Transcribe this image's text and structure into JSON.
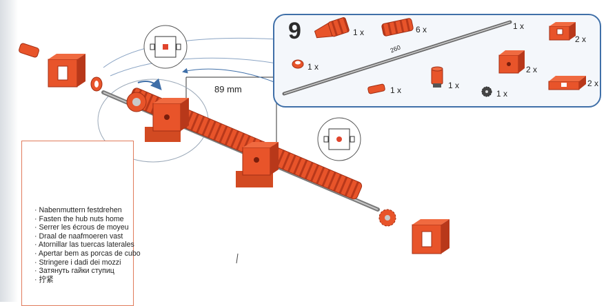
{
  "step": {
    "number": "9"
  },
  "dimension": {
    "label": "89 mm"
  },
  "parts": [
    {
      "name": "worm-screw-part",
      "qty": "1 x"
    },
    {
      "name": "worm-pair-part",
      "qty": "6 x"
    },
    {
      "name": "metal-axle-part",
      "qty": "1 x"
    },
    {
      "name": "building-block-part",
      "qty": "2 x"
    },
    {
      "name": "hub-nut-part",
      "qty": "1 x"
    },
    {
      "name": "cube-block-part",
      "qty": "2 x"
    },
    {
      "name": "hub-collet-part",
      "qty": "1 x"
    },
    {
      "name": "red-pin-part",
      "qty": "1 x"
    },
    {
      "name": "small-gear-part",
      "qty": "1 x"
    },
    {
      "name": "flat-plate-part",
      "qty": "2 x"
    }
  ],
  "axle_length": "260",
  "instructions": [
    "Nabenmuttern festdrehen",
    "Fasten the hub nuts home",
    "Serrer les écrous de moyeu",
    "Draal de naafmoeren vast",
    "Atornillar las tuercas laterales",
    "Apertar bem as porcas de cubo",
    "Stringere i dadi dei mozzi",
    "Затянуть гайки ступиц",
    "拧紧"
  ],
  "colors": {
    "part_red": "#e8542a",
    "part_dark": "#b8381a",
    "panel_border": "#3f6fa8",
    "warning_border": "#e0442c",
    "note_border": "#e07a5a"
  }
}
